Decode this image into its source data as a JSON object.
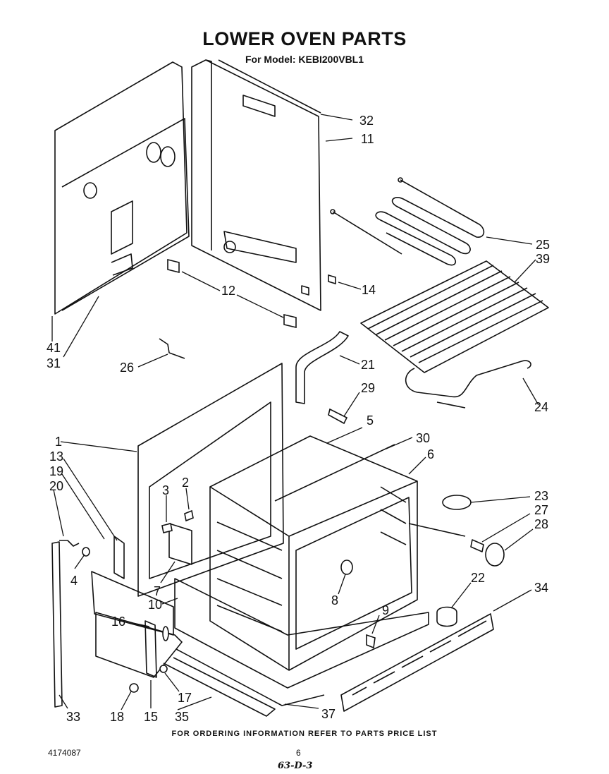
{
  "header": {
    "title": "LOWER OVEN PARTS",
    "subtitle": "For Model: KEBI200VBL1"
  },
  "callouts": [
    "32",
    "11",
    "25",
    "39",
    "41",
    "31",
    "12",
    "14",
    "26",
    "21",
    "29",
    "24",
    "1",
    "5",
    "30",
    "6",
    "13",
    "19",
    "20",
    "3",
    "2",
    "23",
    "27",
    "28",
    "4",
    "7",
    "10",
    "8",
    "22",
    "34",
    "9",
    "16",
    "17",
    "33",
    "18",
    "15",
    "35",
    "37"
  ],
  "footer": {
    "note": "FOR ORDERING INFORMATION REFER TO PARTS PRICE LIST",
    "doc_number": "4174087",
    "page": "6",
    "handwritten_code": "63-D-3"
  }
}
